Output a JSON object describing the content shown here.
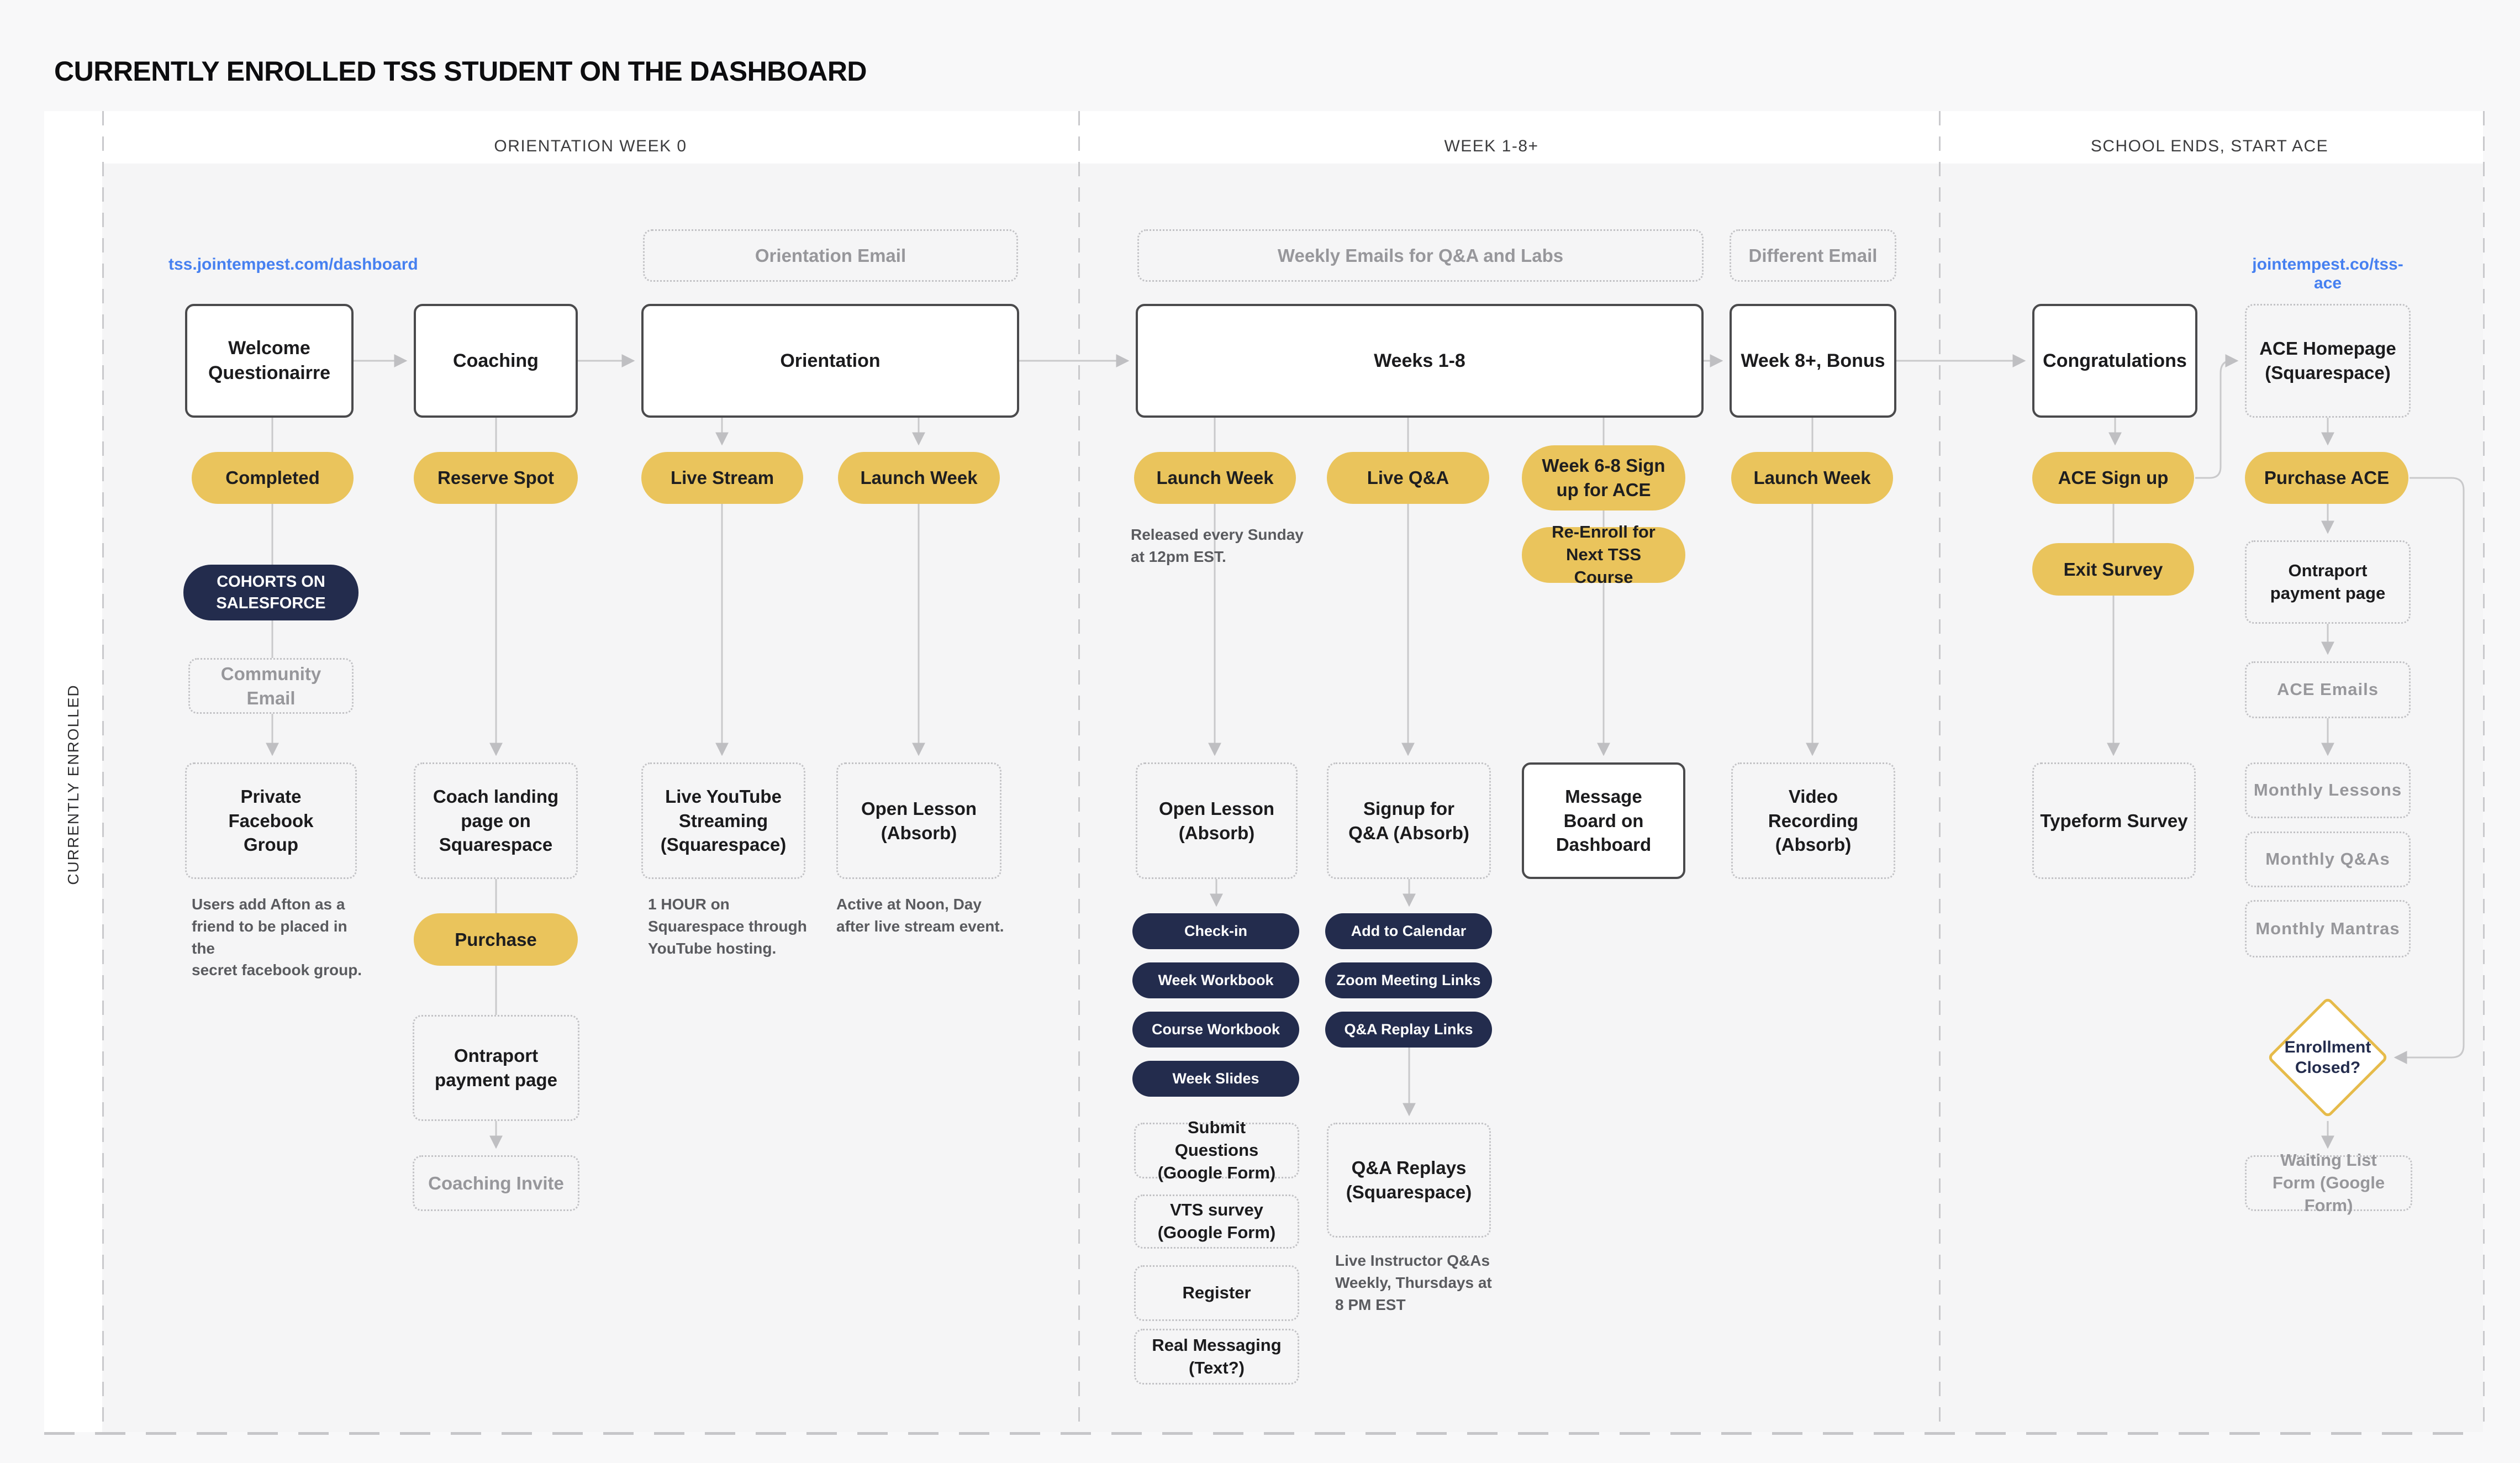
{
  "title": "CURRENTLY ENROLLED TSS STUDENT ON THE DASHBOARD",
  "lane": {
    "label": "CURRENTLY ENROLLED"
  },
  "headers": [
    "ORIENTATION WEEK 0",
    "WEEK 1-8+",
    "SCHOOL ENDS, START ACE"
  ],
  "links": {
    "dashboard": "tss.jointempest.com/dashboard",
    "ace": "jointempest.co/tss-ace"
  },
  "colors": {
    "accent_yellow": "#EAC45C",
    "navy": "#232C4D",
    "diamond_border": "#E6BB4A",
    "line_gray": "#C9C9CB",
    "link_blue": "#4680F0",
    "canvas": "#F5F5F6",
    "page_bg": "#F8F8F9",
    "solid_box_border": "#4A4A4C",
    "dotted_border": "#C2C2C5",
    "muted_text": "#97979B",
    "note_text": "#5A5B5F"
  },
  "nodes": {
    "welcome": {
      "label": "Welcome Questionairre"
    },
    "coaching": {
      "label": "Coaching"
    },
    "orientation": {
      "label": "Orientation"
    },
    "weeks18": {
      "label": "Weeks 1-8"
    },
    "week8bonus": {
      "label": "Week 8+, Bonus"
    },
    "congratulations": {
      "label": "Congratulations"
    },
    "ace_homepage": {
      "label": "ACE Homepage (Squarespace)"
    },
    "orientation_email": {
      "label": "Orientation Email"
    },
    "weekly_emails": {
      "label": "Weekly Emails for Q&A and Labs"
    },
    "different_email": {
      "label": "Different Email"
    },
    "completed": {
      "label": "Completed"
    },
    "reserve_spot": {
      "label": "Reserve Spot"
    },
    "live_stream": {
      "label": "Live Stream"
    },
    "launch_week_a": {
      "label": "Launch Week"
    },
    "cohorts": {
      "label": "COHORTS ON SALESFORCE"
    },
    "community_email": {
      "label": "Community Email"
    },
    "private_fb": {
      "label": "Private Facebook Group"
    },
    "coach_landing": {
      "label": "Coach landing page on Squarespace"
    },
    "purchase": {
      "label": "Purchase"
    },
    "ontraport_a": {
      "label": "Ontraport payment page"
    },
    "coaching_invite": {
      "label": "Coaching Invite"
    },
    "live_youtube": {
      "label": "Live YouTube Streaming (Squarespace)"
    },
    "open_lesson_a": {
      "label": "Open Lesson (Absorb)"
    },
    "launch_week_b1": {
      "label": "Launch Week"
    },
    "live_qa": {
      "label": "Live Q&A"
    },
    "week68_signup": {
      "label": "Week 6-8 Sign up for ACE"
    },
    "reenroll": {
      "label": "Re-Enroll for Next TSS Course"
    },
    "launch_week_b2": {
      "label": "Launch Week"
    },
    "open_lesson_b": {
      "label": "Open Lesson (Absorb)"
    },
    "signup_qa": {
      "label": "Signup for Q&A (Absorb)"
    },
    "message_board": {
      "label": "Message Board on Dashboard"
    },
    "video_recording": {
      "label": "Video Recording (Absorb)"
    },
    "check_in": {
      "label": "Check-in"
    },
    "week_workbook": {
      "label": "Week Workbook"
    },
    "course_workbook": {
      "label": "Course Workbook"
    },
    "week_slides": {
      "label": "Week Slides"
    },
    "add_to_calendar": {
      "label": "Add to Calendar"
    },
    "zoom_links": {
      "label": "Zoom Meeting Links"
    },
    "qa_replay_links": {
      "label": "Q&A Replay Links"
    },
    "submit_questions": {
      "label": "Submit Questions (Google Form)"
    },
    "vts_survey": {
      "label": "VTS survey (Google Form)"
    },
    "register": {
      "label": "Register"
    },
    "real_messaging": {
      "label": "Real Messaging (Text?)"
    },
    "qa_replays": {
      "label": "Q&A Replays (Squarespace)"
    },
    "ace_signup": {
      "label": "ACE Sign up"
    },
    "exit_survey": {
      "label": "Exit Survey"
    },
    "typeform_survey": {
      "label": "Typeform Survey"
    },
    "purchase_ace": {
      "label": "Purchase ACE"
    },
    "ontraport_c": {
      "label": "Ontraport payment page"
    },
    "ace_emails": {
      "label": "ACE Emails"
    },
    "monthly_lessons": {
      "label": "Monthly Lessons"
    },
    "monthly_qas": {
      "label": "Monthly Q&As"
    },
    "monthly_mantras": {
      "label": "Monthly Mantras"
    },
    "enrollment_closed": {
      "label": "Enrollment Closed?"
    },
    "waiting_list": {
      "label": "Waiting List Form (Google Form)"
    }
  },
  "notes": {
    "afton": "Users add Afton as a\nfriend to be placed in the\nsecret facebook group.",
    "one_hour": "1 HOUR on\nSquarespace through\nYouTube hosting.",
    "active_noon": "Active at Noon, Day\nafter live stream event.",
    "released": "Released every Sunday\nat 12pm EST.",
    "live_instructor": "Live Instructor Q&As\nWeekly, Thursdays at\n8 PM EST"
  }
}
